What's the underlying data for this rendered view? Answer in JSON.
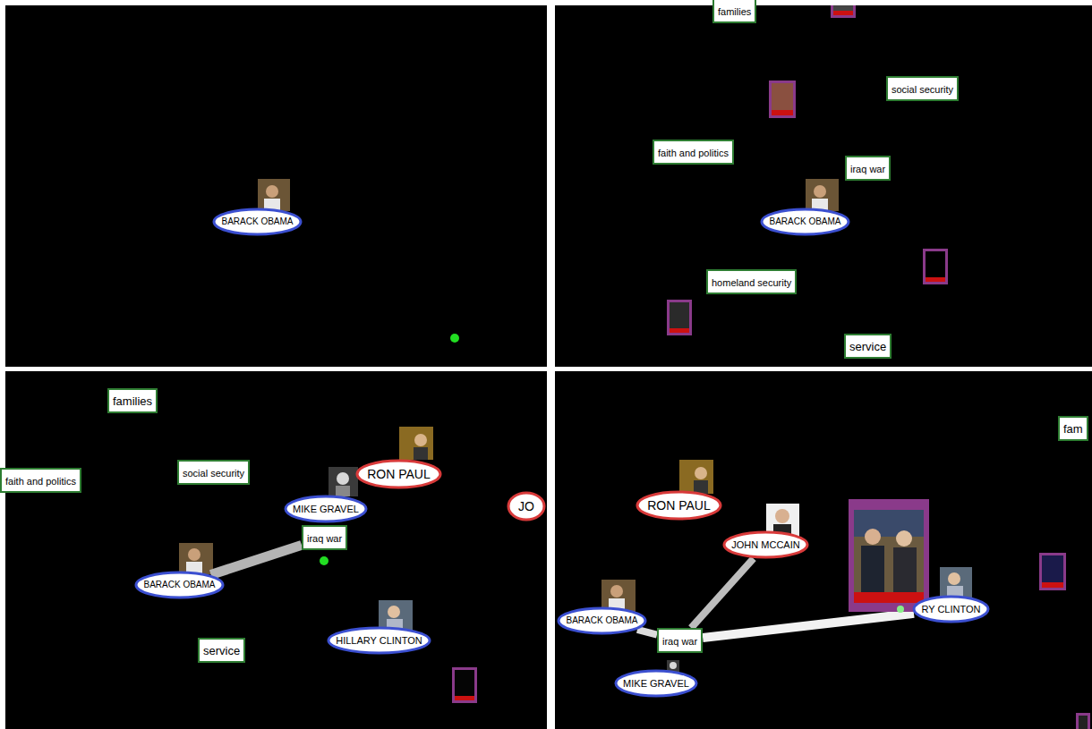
{
  "diagram": {
    "nodes": [
      {
        "text": [
          "BARACK OBAMA"
        ]
      },
      {
        "text": [
          "families"
        ]
      },
      {
        "text": [
          "social security"
        ]
      },
      {
        "text": [
          "faith and politics"
        ]
      },
      {
        "text": [
          "iraq war"
        ]
      },
      {
        "text": [
          "BARACK OBAMA"
        ]
      },
      {
        "text": [
          "homeland security"
        ]
      },
      {
        "text": [
          "service"
        ]
      },
      {
        "text": [
          "families"
        ]
      },
      {
        "text": [
          "faith and politics"
        ]
      },
      {
        "text": [
          "social security"
        ]
      },
      {
        "text": [
          "RON PAUL"
        ]
      },
      {
        "text": [
          "MIKE GRAVEL"
        ]
      },
      {
        "text": [
          "JO"
        ]
      },
      {
        "text": [
          "iraq war"
        ]
      },
      {
        "text": [
          "BARACK OBAMA"
        ]
      },
      {
        "text": [
          "service"
        ]
      },
      {
        "text": [
          "HILLARY CLINTON"
        ]
      },
      {
        "text": [
          "fam"
        ]
      },
      {
        "text": [
          "RON PAUL"
        ]
      },
      {
        "text": [
          "JOHN MCCAIN"
        ]
      },
      {
        "text": [
          "BARACK OBAMA"
        ]
      },
      {
        "text": [
          "iraq war"
        ]
      },
      {
        "text": [
          "RY CLINTON"
        ]
      },
      {
        "text": [
          "MIKE GRAVEL"
        ]
      }
    ],
    "edges": [
      {
        "from": 15,
        "to": 14,
        "arrow": "none"
      },
      {
        "from": 21,
        "to": 22,
        "arrow": "none"
      },
      {
        "from": 20,
        "to": 22,
        "arrow": "none"
      },
      {
        "from": 22,
        "to": 23,
        "arrow": "none"
      }
    ]
  }
}
